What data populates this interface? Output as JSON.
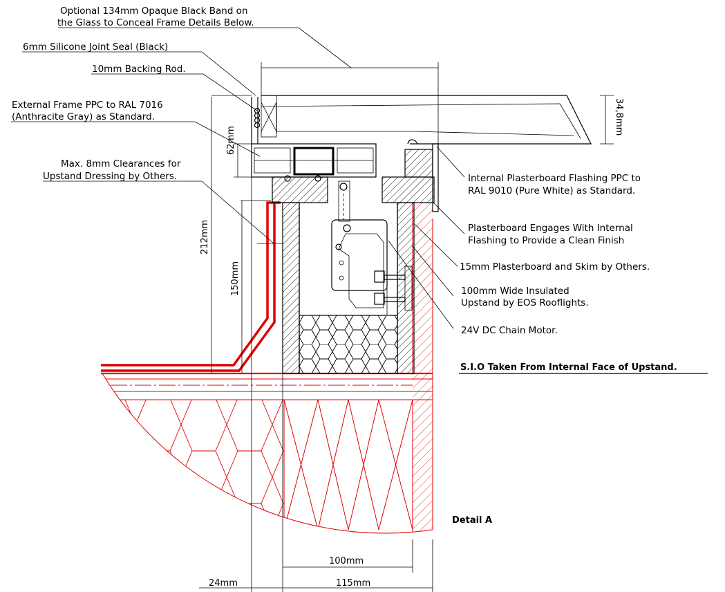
{
  "labels": {
    "black_band_line1": "Optional 134mm  Opaque Black Band on",
    "black_band_line2": "the Glass to Conceal Frame Details Below.",
    "silicone_seal": "6mm Silicone Joint Seal (Black)",
    "backing_rod": "10mm Backing Rod.",
    "external_frame_line1": "External Frame PPC to RAL 7016",
    "external_frame_line2": "(Anthracite Gray) as Standard.",
    "clearances_line1": "Max. 8mm Clearances for",
    "clearances_line2": "Upstand Dressing by Others.",
    "internal_flashing_line1": "Internal Plasterboard Flashing PPC to",
    "internal_flashing_line2": "RAL 9010 (Pure White) as Standard.",
    "plasterboard_engages_line1": "Plasterboard Engages With Internal",
    "plasterboard_engages_line2": "Flashing to Provide a Clean Finish",
    "plasterboard_skim": "15mm Plasterboard and Skim by Others.",
    "upstand_line1": "100mm Wide Insulated",
    "upstand_line2": "Upstand by EOS Rooflights.",
    "chain_motor": "24V DC Chain Motor.",
    "sio_note": "S.I.O Taken From Internal Face of Upstand.",
    "detail_title": "Detail A"
  },
  "dimensions": {
    "glass_thickness": "34,8mm",
    "frame_height": "62mm",
    "overall_height": "212mm",
    "upstand_height": "150mm",
    "upstand_inner_width": "100mm",
    "upstand_outer_width": "115mm",
    "offset_width": "24mm"
  },
  "colors": {
    "linework": "#000000",
    "membrane": "#e00000",
    "insulation": "#ff2a2a",
    "background": "#ffffff"
  }
}
